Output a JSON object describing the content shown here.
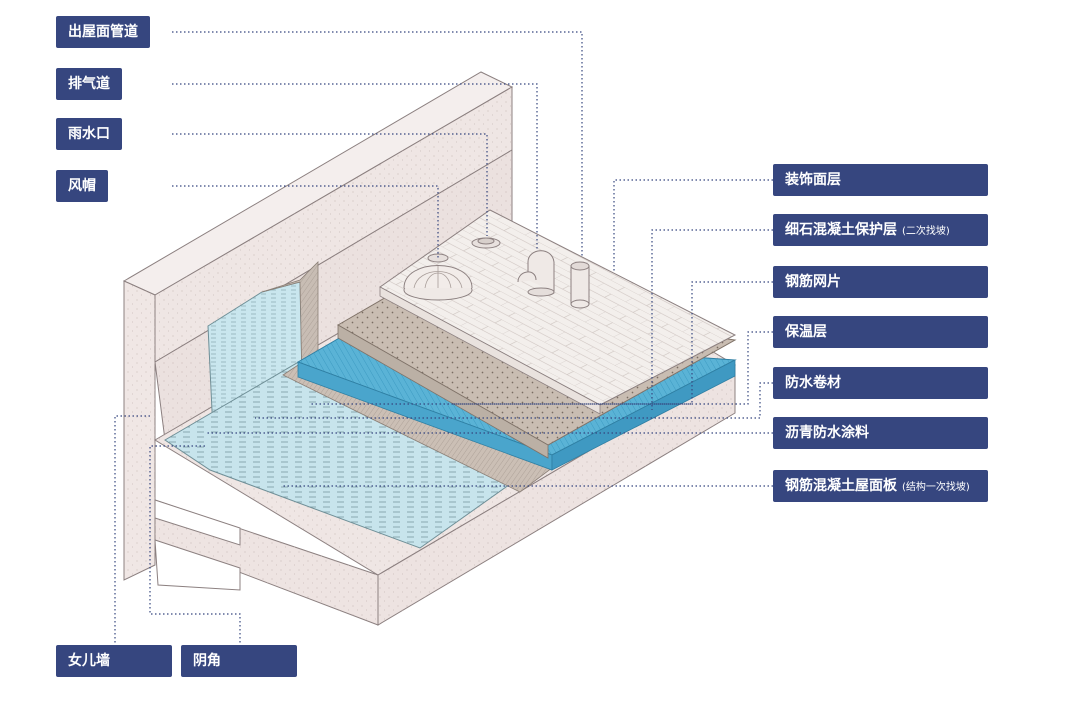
{
  "labels": {
    "roof_pipe": "出屋面管道",
    "exhaust_duct": "排气道",
    "rain_outlet": "雨水口",
    "wind_cap": "风帽",
    "decorative_layer": "装饰面层",
    "concrete_protection": "细石混凝土保护层",
    "concrete_protection_note": "(二次找坡)",
    "rebar_mesh": "钢筋网片",
    "insulation": "保温层",
    "waterproof_membrane": "防水卷材",
    "asphalt_coating": "沥青防水涂料",
    "roof_slab": "钢筋混凝土屋面板",
    "roof_slab_note": "(结构一次找坡)",
    "parapet": "女儿墙",
    "internal_corner": "阴角"
  },
  "colors": {
    "label_bg": "#36467f",
    "leader_line": "#36467f",
    "concrete": "#efe6e4",
    "insulation": "#5ab3d6",
    "waterproof_membrane": "#b6e2ee",
    "rebar_layer": "#c9bdb2",
    "tile_surface": "#f3efec"
  }
}
